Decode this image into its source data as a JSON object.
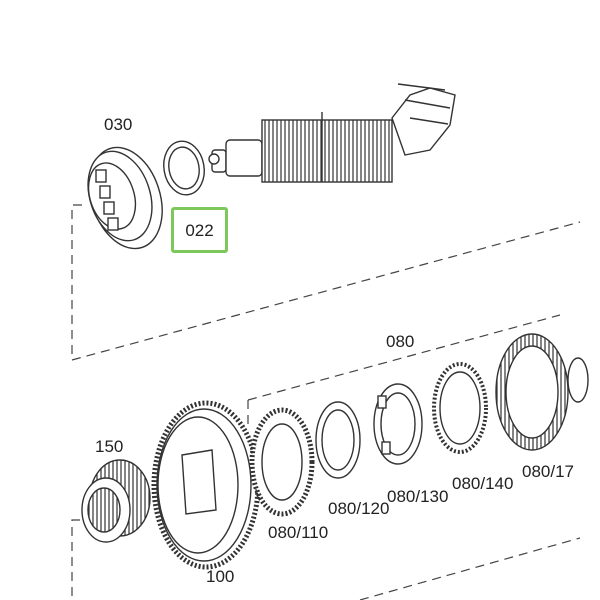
{
  "labels": {
    "l030": "030",
    "l022": "022",
    "l080": "080",
    "l150": "150",
    "l100": "100",
    "l080_110": "080/110",
    "l080_120": "080/120",
    "l080_130": "080/130",
    "l080_140": "080/140",
    "l080_17x": "080/17"
  },
  "highlight": {
    "part": "022",
    "color": "#7dc85a"
  },
  "colors": {
    "line": "#333333",
    "fill": "#ffffff"
  }
}
